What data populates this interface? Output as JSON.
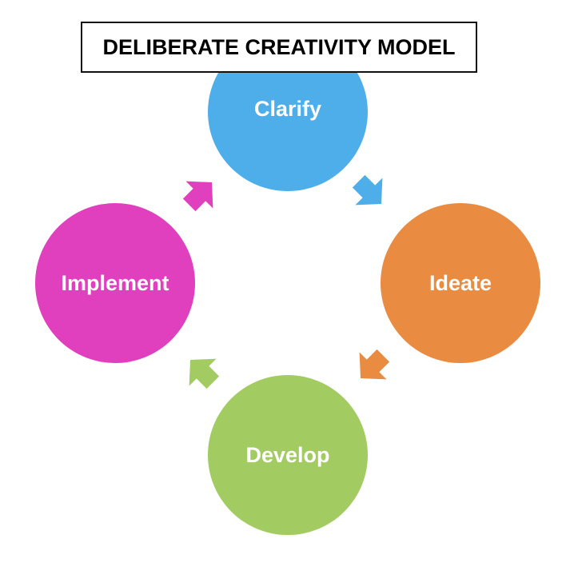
{
  "title": "DELIBERATE CREATIVITY MODEL",
  "stages": {
    "clarify": {
      "label": "Clarify",
      "color": "#4EAEEA"
    },
    "ideate": {
      "label": "Ideate",
      "color": "#E98B41"
    },
    "develop": {
      "label": "Develop",
      "color": "#A2CC62"
    },
    "implement": {
      "label": "Implement",
      "color": "#E040BE"
    }
  },
  "arrows": {
    "clarify_to_ideate": {
      "color": "#4EAEEA",
      "icon": "arrow-down-right"
    },
    "ideate_to_develop": {
      "color": "#E98B41",
      "icon": "arrow-down-left"
    },
    "develop_to_implement": {
      "color": "#A2CC62",
      "icon": "arrow-up-left"
    },
    "implement_to_clarify": {
      "color": "#E040BE",
      "icon": "arrow-up-right"
    }
  }
}
